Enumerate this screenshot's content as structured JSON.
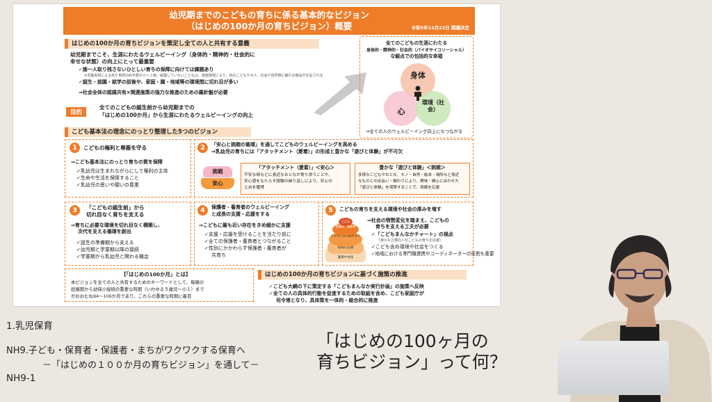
{
  "slide": {
    "title1": "幼児期までのこどもの育ちに係る基本的なビジョン",
    "title2": "（はじめの100か月の育ちビジョン）概要",
    "date": "令和5年12月22日 閣議決定",
    "sec1": "はじめの100か月の育ちビジョンを策定し全ての人と共有する意義",
    "s1_l1": "幼児期までこそ、生涯にわたるウェルビーイング（身体的・精神的・社会的に",
    "s1_l2": "幸せな状態）の向上にとって最重要",
    "s1_b1": "✓誰一人取り残さないひとしい育ちの保障に向けては課題あり",
    "s1_note": "※児童虐待による死亡事例の約半数が０～２歳／就園していないこどもは、家庭環境により、他のこどもや大人、社会や自然等に触れる機会が左右される",
    "s1_b2": "✓誕生・就園・就学の前後や、家庭・園・地域等の環境間に切れ目が多い",
    "s1_arrow": "⇒社会全体の認識共有×関連施策の強力な推進のための羅針盤が必要",
    "purpose_tag": "目的",
    "purpose1": "全てのこどもの誕生前から幼児期までの",
    "purpose2": "「はじめの100か月」から生涯にわたるウェルビーイングの向上",
    "diag_t1": "全てのこどもの生涯にわたる",
    "diag_t2": "身体的・精神的・社会的（バイオサイコソーシャル）",
    "diag_t3": "な観点での包括的な幸福",
    "c_body": "身体",
    "c_mind": "心",
    "c_env": "環境（社会）",
    "diag_foot": "⇒全ての人のウェルビーイング向上にもつながる",
    "sec2": "こども基本法の理念にのっとり整理した5つのビジョン",
    "v1_title": "こどもの権利と尊厳を守る",
    "v1_a": "⇒こども基本法にのっとり育ちの質を保障",
    "v1_b1": "✓乳幼児は生まれながらにして権利の主体",
    "v1_b2": "✓生命や生活を保障すること",
    "v1_b3": "✓乳幼児の思いや願いの尊重",
    "v2_title1": "「安心と挑戦の循環」を通してこどものウェルビーイングを高める",
    "v2_title2": "⇒乳幼児の育ちには「アタッチメント（愛着）」の形成と豊かな「遊びと体験」が不可欠",
    "cup_top": "挑戦",
    "cup_bot": "安心",
    "att_title": "「アタッチメント（愛着）」＜安心＞",
    "att_body1": "不安な時などに身近なおとなが寄り添うことや、",
    "att_body2": "安心感をもたらす経験の繰り返しにより、安心の",
    "att_body3": "土台を獲得",
    "play_title": "豊かな「遊びと体験」＜挑戦＞",
    "play_body1": "多様なこどもやおとな、モノ・自然・絵本・場所など身近",
    "play_body2": "なものとの出会い・関わりにより、興味・関心に合わせた",
    "play_body3": "「遊びと体験」を保障することで、挑戦を応援",
    "v3_title1": "「こどもの誕生前」から",
    "v3_title2": "切れ目なく育ちを支える",
    "v3_a1": "⇒育ちに必要な環境を切れ目なく構築し、",
    "v3_a2": "次代を支える循環を創出",
    "v3_b1": "✓誕生の準備期から支える",
    "v3_b2": "✓幼児期と学童期以降の接続",
    "v3_b3": "✓学童期から乳幼児と関わる機会",
    "v4_title1": "保護者・養育者のウェルビーイング",
    "v4_title2": "と成長の支援・応援をする",
    "v4_a": "⇒こどもに最も近い存在をきめ細かに支援",
    "v4_b1": "✓支援・応援を受けることを当たり前に",
    "v4_b2": "✓全ての保護者・養育者とつながること",
    "v4_b3": "✓性別にかかわらず保護者・養育者が",
    "v4_b4": "共育ち",
    "v5_title": "こどもの育ちを支える環境や社会の厚みを増す",
    "v5_a1": "⇒社会の情勢変化を踏まえ、こどもの",
    "v5_a2": "育ちを支える工夫が必要",
    "v5_b1": "✓「こどもまんなかチャート」の視点",
    "v5_b1n": "（様々な立場の人がこどもの育ちを応援）",
    "v5_b2": "✓こども含め環境や社会をつくる",
    "v5_b3": "✓地域における専門職連携やコーディネーターの役割も重要",
    "ring1": "こども",
    "ring2": "保護者・養育者",
    "ring3": "こどもに直接関わる人",
    "ring4": "地域の空間",
    "ring5": "施策や文化",
    "def_title": "【「はじめの100か月」とは】",
    "def_body1": "本ビジョンを全ての人と共有するためのキーワードとして、母親の",
    "def_body2": "妊娠期から幼保小接続の重要な時期（いわゆる５歳児～小１）まで",
    "def_body3": "がおおむね94～106か月であり、これらの重要な時期に着目",
    "sec3": "はじめの100か月の育ちビジョンに基づく施策の推進",
    "p1": "✓こども大綱の下に策定する「こどもまんなか実行計画」の施策へ反映",
    "p2a": "✓全ての人の具体的行動を促進するための取組を含め、こども家庭庁が",
    "p2b": "司令塔となり、具体策を一体的・総合的に推進"
  },
  "captions": {
    "line1": "1.乳児保育",
    "line2": "NH9.子ども・保育者・保護者・まちがワクワクする保育へ",
    "line3": "－「はじめの１００か月の育ちビジョン」を通して－",
    "line4": "NH9-1",
    "question1": "「はじめの100ヶ月の",
    "question2": "育ちビジョン」って何？"
  },
  "colors": {
    "accent": "#ee7c29",
    "bar_bg": "#fbe0c6",
    "circle_body": "#f6c0a6",
    "circle_mind": "#f7c3cf",
    "circle_env": "#c8e6b5"
  }
}
